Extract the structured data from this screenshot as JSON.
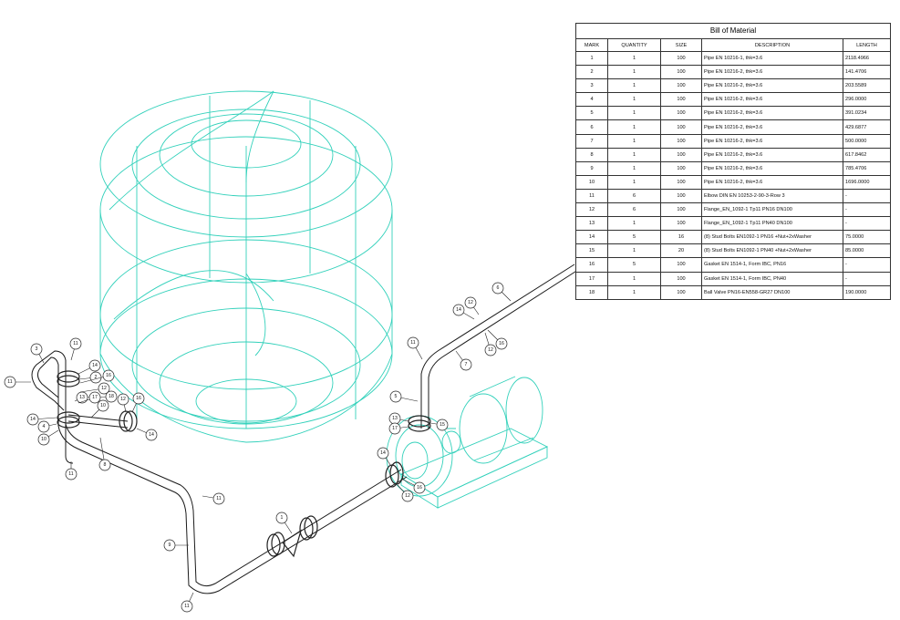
{
  "bom": {
    "title": "Bill of Material",
    "headers": [
      "MARK",
      "QUANTITY",
      "SIZE",
      "DESCRIPTION",
      "LENGTH"
    ],
    "rows": [
      {
        "mark": "1",
        "qty": "1",
        "size": "100",
        "desc": "Pipe EN 10216-1, thk=3.6",
        "length": "2118.4966"
      },
      {
        "mark": "2",
        "qty": "1",
        "size": "100",
        "desc": "Pipe EN 10216-2, thk=3.6",
        "length": "141.4706"
      },
      {
        "mark": "3",
        "qty": "1",
        "size": "100",
        "desc": "Pipe EN 10216-2, thk=3.6",
        "length": "203.5589"
      },
      {
        "mark": "4",
        "qty": "1",
        "size": "100",
        "desc": "Pipe EN 10216-2, thk=3.6",
        "length": "296.0000"
      },
      {
        "mark": "5",
        "qty": "1",
        "size": "100",
        "desc": "Pipe EN 10216-2, thk=3.6",
        "length": "391.0234"
      },
      {
        "mark": "6",
        "qty": "1",
        "size": "100",
        "desc": "Pipe EN 10216-2, thk=3.6",
        "length": "429.6877"
      },
      {
        "mark": "7",
        "qty": "1",
        "size": "100",
        "desc": "Pipe EN 10216-2, thk=3.6",
        "length": "500.0000"
      },
      {
        "mark": "8",
        "qty": "1",
        "size": "100",
        "desc": "Pipe EN 10216-2, thk=3.6",
        "length": "617.8462"
      },
      {
        "mark": "9",
        "qty": "1",
        "size": "100",
        "desc": "Pipe EN 10216-2, thk=3.6",
        "length": "785.4706"
      },
      {
        "mark": "10",
        "qty": "1",
        "size": "100",
        "desc": "Pipe EN 10216-2, thk=3.6",
        "length": "1696.0000"
      },
      {
        "mark": "11",
        "qty": "6",
        "size": "100",
        "desc": "Elbow DIN EN 10253-2-90-3-Row 3",
        "length": "-"
      },
      {
        "mark": "12",
        "qty": "6",
        "size": "100",
        "desc": "Flange_EN_1092-1 Tp11 PN16 DN100",
        "length": "-"
      },
      {
        "mark": "13",
        "qty": "1",
        "size": "100",
        "desc": "Flange_EN_1092-1 Tp11 PN40 DN100",
        "length": "-"
      },
      {
        "mark": "14",
        "qty": "5",
        "size": "16",
        "desc": "(8) Stud Bolts EN1092-1 PN16 +Nut+2xWasher",
        "length": "75.0000"
      },
      {
        "mark": "15",
        "qty": "1",
        "size": "20",
        "desc": "(8) Stud Bolts EN1092-1 PN40 +Nut+2xWasher",
        "length": "85.0000"
      },
      {
        "mark": "16",
        "qty": "5",
        "size": "100",
        "desc": "Gasket EN 1514-1, Form IBC, PN16",
        "length": "-"
      },
      {
        "mark": "17",
        "qty": "1",
        "size": "100",
        "desc": "Gasket EN 1514-1, Form IBC, PN40",
        "length": "-"
      },
      {
        "mark": "18",
        "qty": "1",
        "size": "100",
        "desc": "Ball Valve PN16-EN558-GR27 DN100",
        "length": "190.0000"
      }
    ]
  },
  "callouts": [
    {
      "label": "3"
    },
    {
      "label": "11"
    },
    {
      "label": "11"
    },
    {
      "label": "14"
    },
    {
      "label": "2"
    },
    {
      "label": "16"
    },
    {
      "label": "12"
    },
    {
      "label": "18"
    },
    {
      "label": "12"
    },
    {
      "label": "16"
    },
    {
      "label": "13"
    },
    {
      "label": "17"
    },
    {
      "label": "14"
    },
    {
      "label": "4"
    },
    {
      "label": "10"
    },
    {
      "label": "10"
    },
    {
      "label": "8"
    },
    {
      "label": "11"
    },
    {
      "label": "11"
    },
    {
      "label": "9"
    },
    {
      "label": "11"
    },
    {
      "label": "1"
    },
    {
      "label": "6"
    },
    {
      "label": "12"
    },
    {
      "label": "14"
    },
    {
      "label": "12"
    },
    {
      "label": "16"
    },
    {
      "label": "7"
    },
    {
      "label": "11"
    },
    {
      "label": "5"
    },
    {
      "label": "13"
    },
    {
      "label": "17"
    },
    {
      "label": "15"
    },
    {
      "label": "14"
    },
    {
      "label": "16"
    },
    {
      "label": "12"
    },
    {
      "label": "14"
    }
  ],
  "colors": {
    "equipment": "#33d1bb",
    "pipe": "#1a1a1a",
    "flange": "#222222"
  }
}
